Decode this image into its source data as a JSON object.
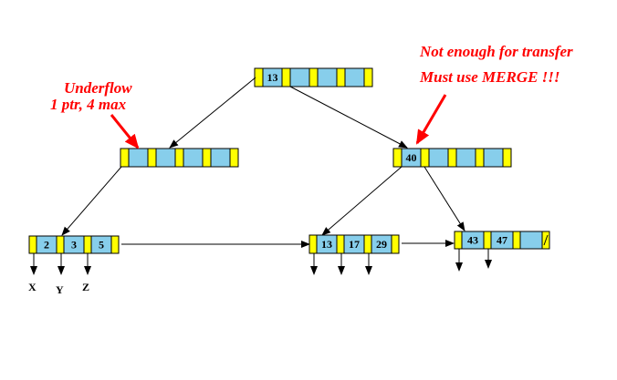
{
  "colors": {
    "pointer_cell": "#ffff00",
    "key_cell": "#87ceeb",
    "outline": "#000000",
    "annotation": "#ff0000",
    "arrow": "#000000"
  },
  "nodes": {
    "root": {
      "keys": [
        "13",
        "",
        "",
        ""
      ]
    },
    "internal_left": {
      "keys": [
        "",
        "",
        "",
        ""
      ]
    },
    "internal_right": {
      "keys": [
        "40",
        "",
        "",
        ""
      ]
    },
    "leaf_1": {
      "keys": [
        "2",
        "3",
        "5"
      ],
      "labels": [
        "X",
        "Y",
        "Z"
      ]
    },
    "leaf_2": {
      "keys": [
        "13",
        "17",
        "29"
      ]
    },
    "leaf_3": {
      "keys": [
        "43",
        "47",
        ""
      ]
    }
  },
  "annotations": {
    "underflow_line1": "Underflow",
    "underflow_line2": "1 ptr, 4 max",
    "merge_line1": "Not enough for transfer",
    "merge_line2": "Must use MERGE !!!"
  }
}
